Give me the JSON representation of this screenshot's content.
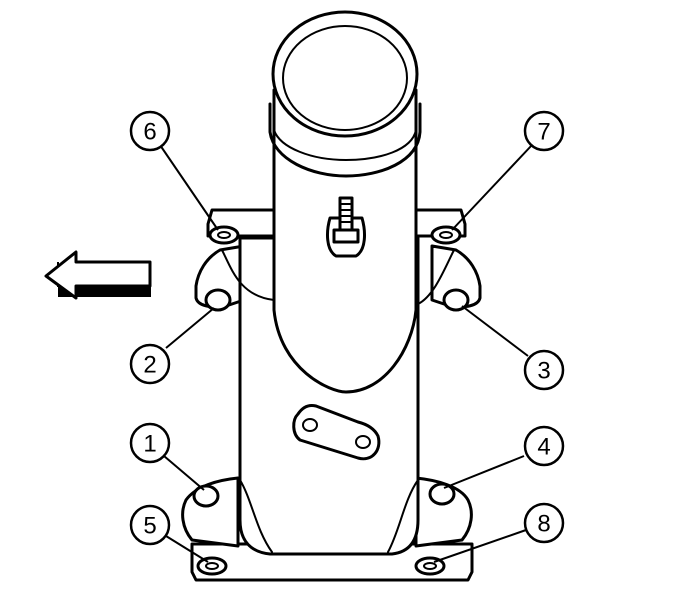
{
  "figure": {
    "arrow_direction": "left",
    "callouts": [
      {
        "id": "callout-1",
        "label": "1"
      },
      {
        "id": "callout-2",
        "label": "2"
      },
      {
        "id": "callout-3",
        "label": "3"
      },
      {
        "id": "callout-4",
        "label": "4"
      },
      {
        "id": "callout-5",
        "label": "5"
      },
      {
        "id": "callout-6",
        "label": "6"
      },
      {
        "id": "callout-7",
        "label": "7"
      },
      {
        "id": "callout-8",
        "label": "8"
      }
    ]
  }
}
